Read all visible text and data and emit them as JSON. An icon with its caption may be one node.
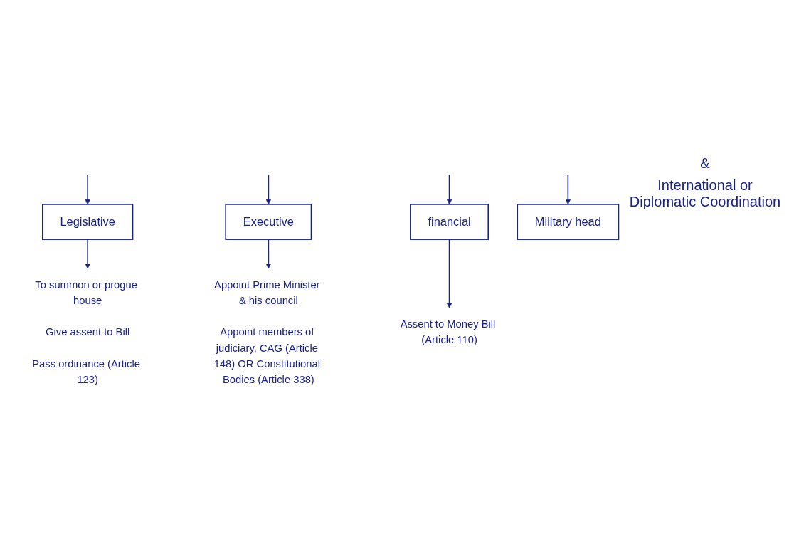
{
  "diagram": {
    "nodes": [
      {
        "text": [
          "Legislative"
        ]
      },
      {
        "text": [
          "Executive"
        ]
      },
      {
        "text": [
          "financial"
        ]
      },
      {
        "text": [
          "Military head"
        ]
      },
      {
        "text": [
          "To summon or progue house",
          "Give assent to Bill",
          "Pass ordinance (Article 123)"
        ]
      },
      {
        "text": [
          "Appoint Prime Minister & his council",
          "Appoint members of judiciary, CAG (Article 148) OR Constitutional Bodies (Article 338)"
        ]
      },
      {
        "text": [
          "Assent to Money Bill (Article 110)"
        ]
      }
    ],
    "edges": [
      {
        "from": null,
        "to": 0,
        "arrow": "to"
      },
      {
        "from": null,
        "to": 1,
        "arrow": "to"
      },
      {
        "from": null,
        "to": 2,
        "arrow": "to"
      },
      {
        "from": null,
        "to": 3,
        "arrow": "to"
      },
      {
        "from": 0,
        "to": 4,
        "arrow": "to"
      },
      {
        "from": 1,
        "to": 5,
        "arrow": "to"
      },
      {
        "from": 2,
        "to": 6,
        "arrow": "to"
      }
    ],
    "labels": [
      "&",
      "International or Diplomatic Coordination"
    ]
  }
}
